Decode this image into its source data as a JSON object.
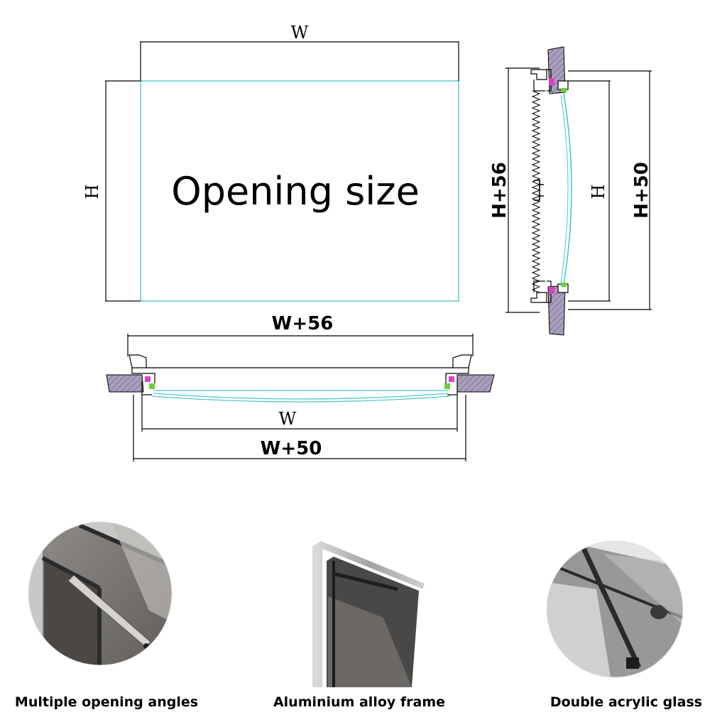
{
  "opening": {
    "label": "Opening size",
    "width_label": "W",
    "height_label": "H"
  },
  "side_section": {
    "outer_height_label": "H+56",
    "inner_height_label": "H",
    "height_plus_label": "H+50"
  },
  "bottom_section": {
    "outer_width_label": "W+56",
    "inner_width_label": "W",
    "width_plus_label": "W+50"
  },
  "features": [
    {
      "caption": "Multiple opening angles",
      "icon": "opening-stay-arm-photo"
    },
    {
      "caption": "Aluminium alloy frame",
      "icon": "frame-corner-photo"
    },
    {
      "caption": "Double acrylic glass",
      "icon": "acrylic-glass-latch-photo"
    }
  ],
  "colors": {
    "line": "#000000",
    "glass": "#4fc6cc",
    "wall": "#a99fbd",
    "seal_pink": "#e040c8",
    "seal_green": "#6ccf3a"
  }
}
